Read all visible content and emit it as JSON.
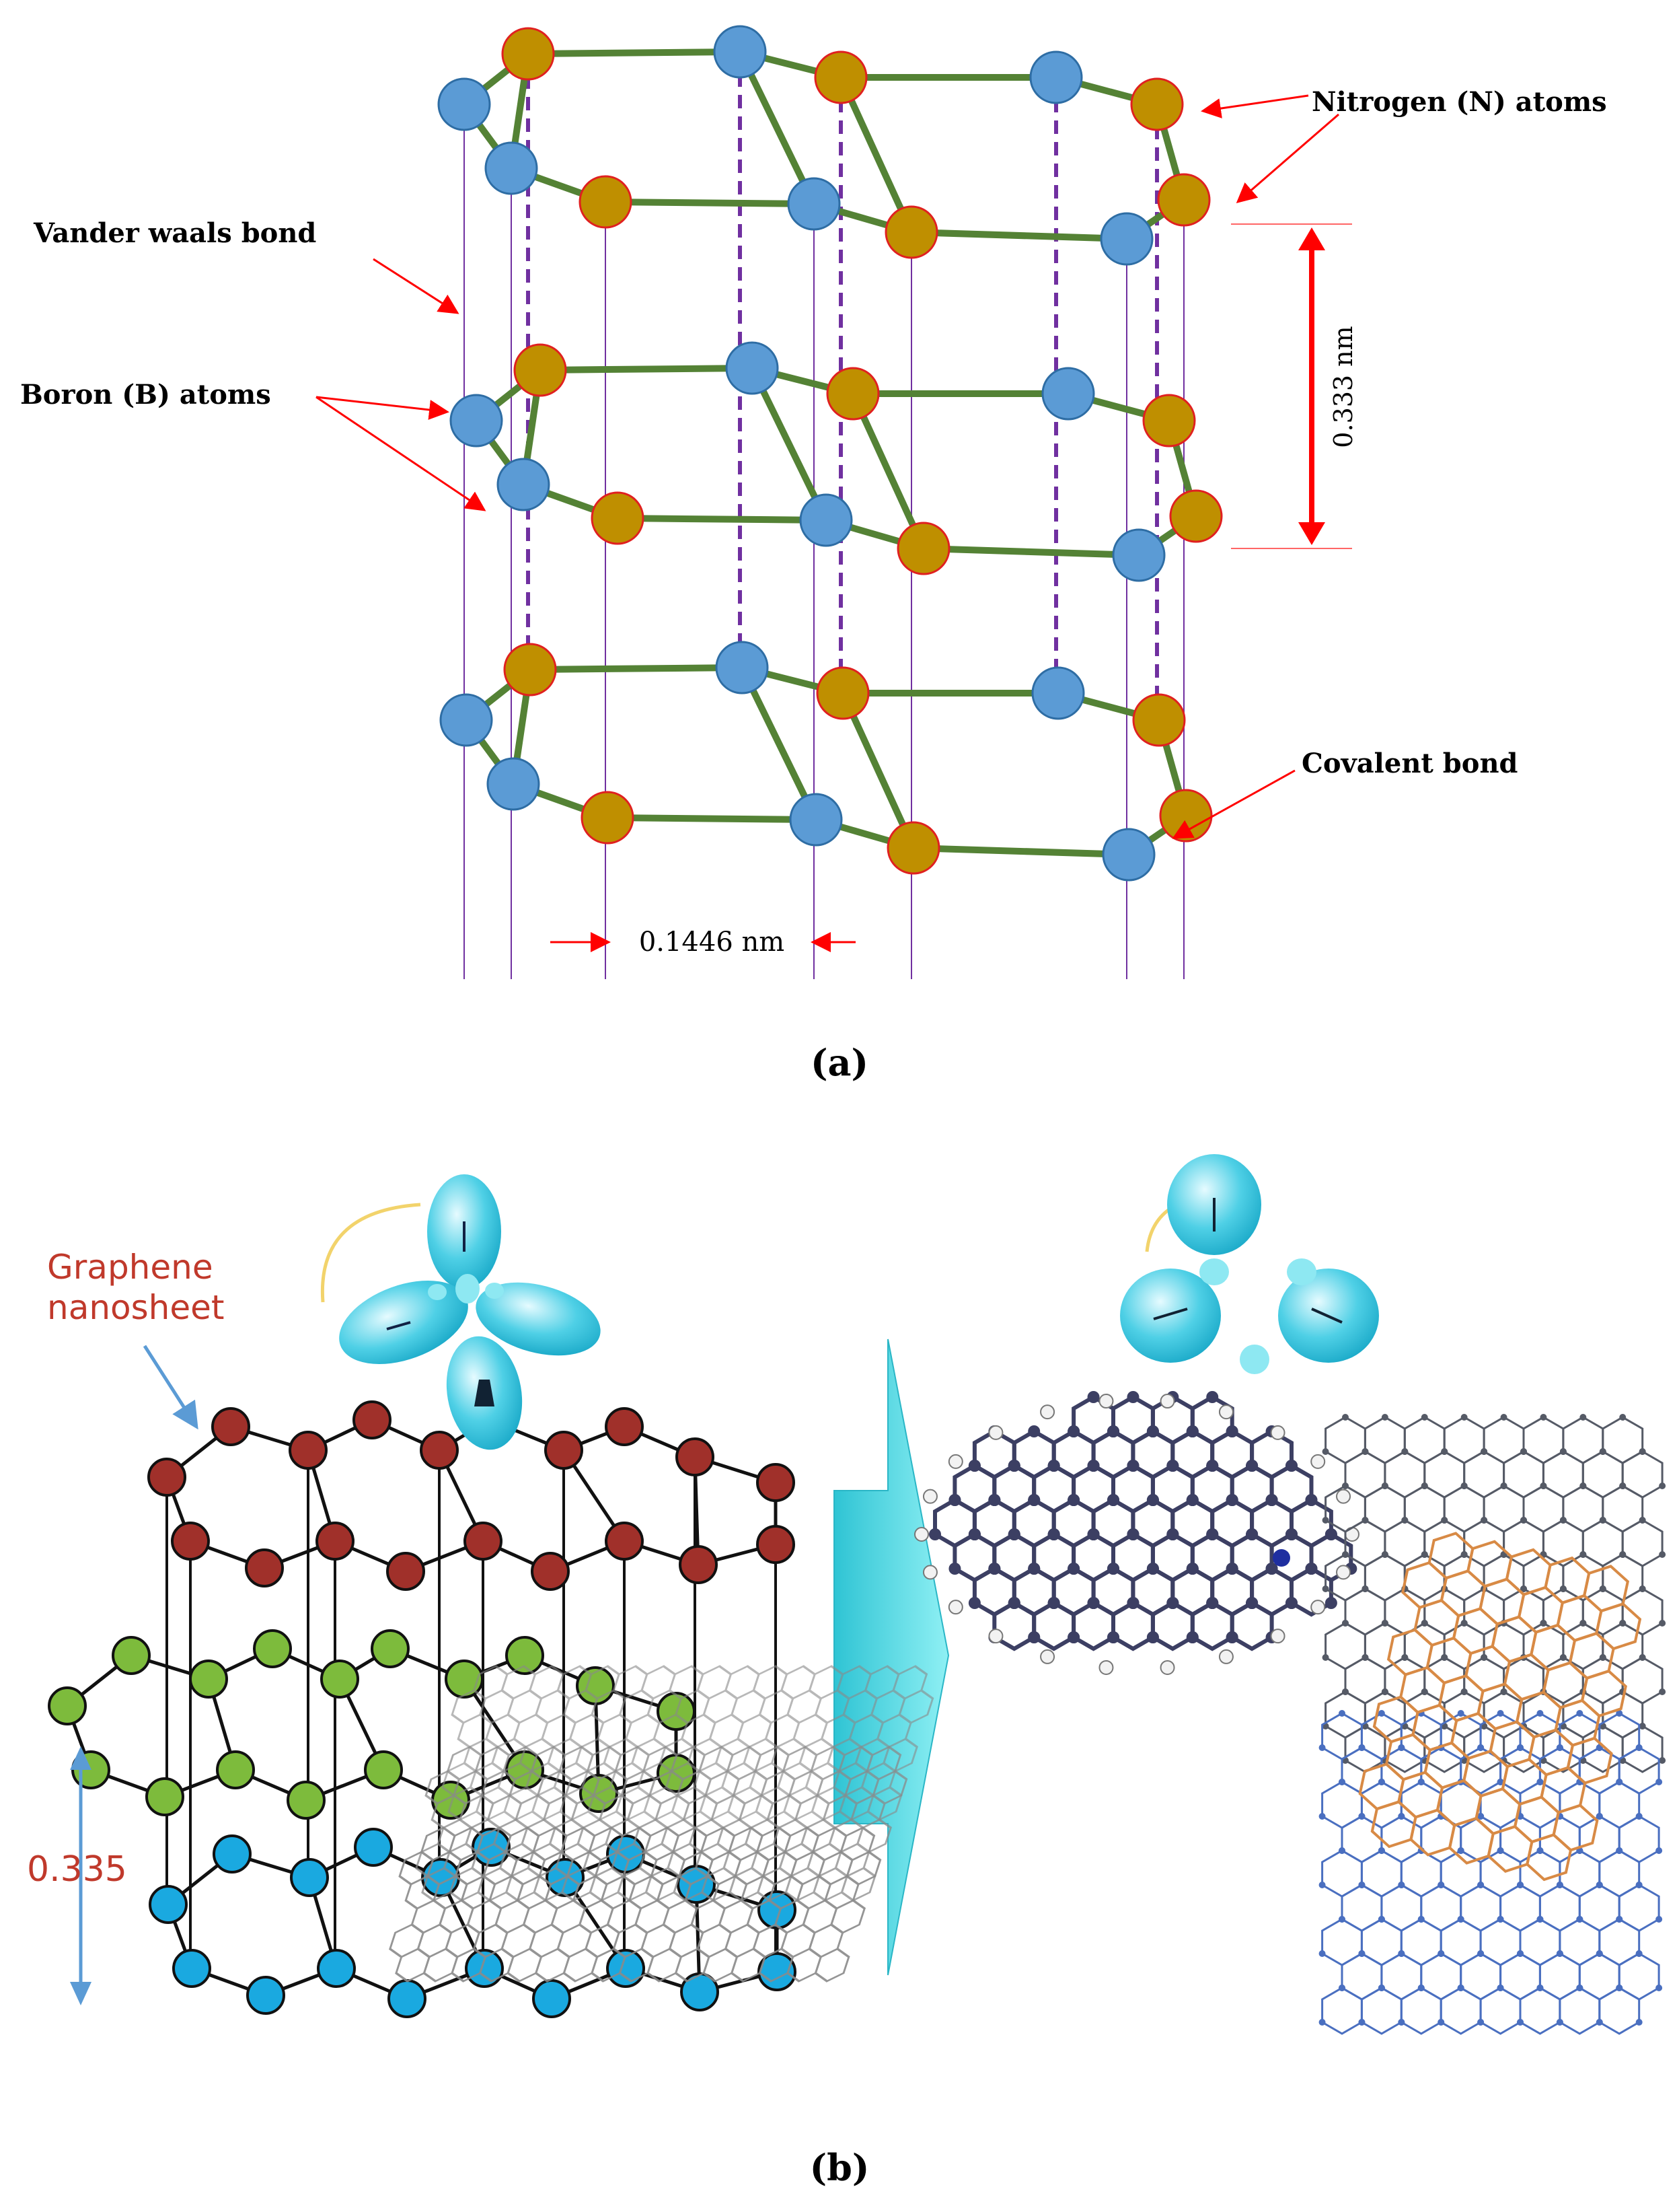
{
  "panel_a": {
    "caption": "(a)",
    "labels": {
      "nitrogen": "Nitrogen (N) atoms",
      "vander": "Vander waals bond",
      "boron": "Boron (B) atoms",
      "covalent": "Covalent bond",
      "interlayer": "0.333 nm",
      "bond_length": "0.1446 nm"
    },
    "colors": {
      "boron": "#5b9bd5",
      "nitrogen": "#bf8f00",
      "nitrogen_stroke": "#e02020",
      "bond": "#548235",
      "vander": "#7030a0",
      "annotation": "#ff0000"
    }
  },
  "panel_b": {
    "caption": "(b)",
    "labels": {
      "graphene_line1": "Graphene",
      "graphene_line2": "nanosheet",
      "spacing": "0.335"
    },
    "colors": {
      "top_layer": "#a0302a",
      "mid_layer": "#7dbb3c",
      "bottom_layer": "#1aa9e0",
      "label_red": "#c0392b",
      "arrow_blue": "#5b9bd5",
      "orbital": "#3cc8dc",
      "big_arrow": "#40d8e0"
    }
  }
}
